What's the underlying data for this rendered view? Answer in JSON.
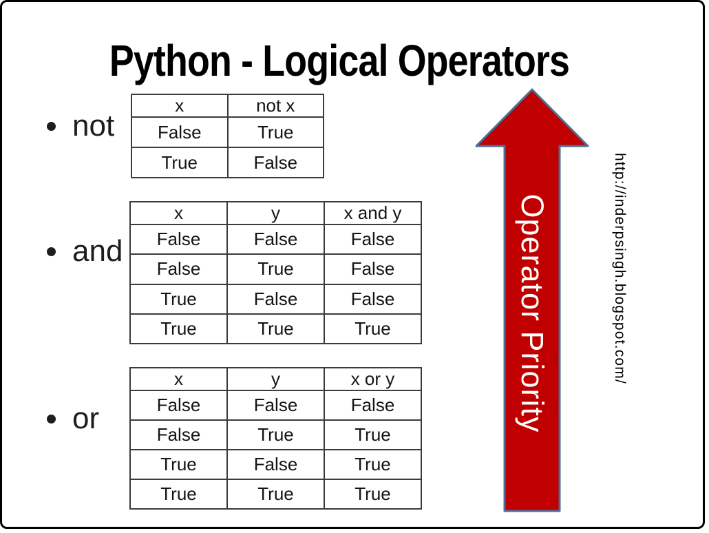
{
  "slide": {
    "title": "Python - Logical Operators",
    "background_color": "#FFFFFF",
    "border_color": "#000000"
  },
  "bullets": [
    {
      "label": "not"
    },
    {
      "label": "and"
    },
    {
      "label": "or"
    }
  ],
  "tables": {
    "not_table": {
      "headers": [
        "x",
        "not x"
      ],
      "rows": [
        [
          "False",
          "True"
        ],
        [
          "True",
          "False"
        ]
      ]
    },
    "and_table": {
      "headers": [
        "x",
        "y",
        "x and y"
      ],
      "rows": [
        [
          "False",
          "False",
          "False"
        ],
        [
          "False",
          "True",
          "False"
        ],
        [
          "True",
          "False",
          "False"
        ],
        [
          "True",
          "True",
          "True"
        ]
      ]
    },
    "or_table": {
      "headers": [
        "x",
        "y",
        "x or y"
      ],
      "rows": [
        [
          "False",
          "False",
          "False"
        ],
        [
          "False",
          "True",
          "True"
        ],
        [
          "True",
          "False",
          "True"
        ],
        [
          "True",
          "True",
          "True"
        ]
      ]
    }
  },
  "arrow": {
    "label": "Operator Priority",
    "fill_color": "#C00000",
    "outline_color": "#4E6E96",
    "label_color": "#FFFFFF"
  },
  "watermark": {
    "url_text": "http://inderpsingh.blogspot.com/"
  }
}
